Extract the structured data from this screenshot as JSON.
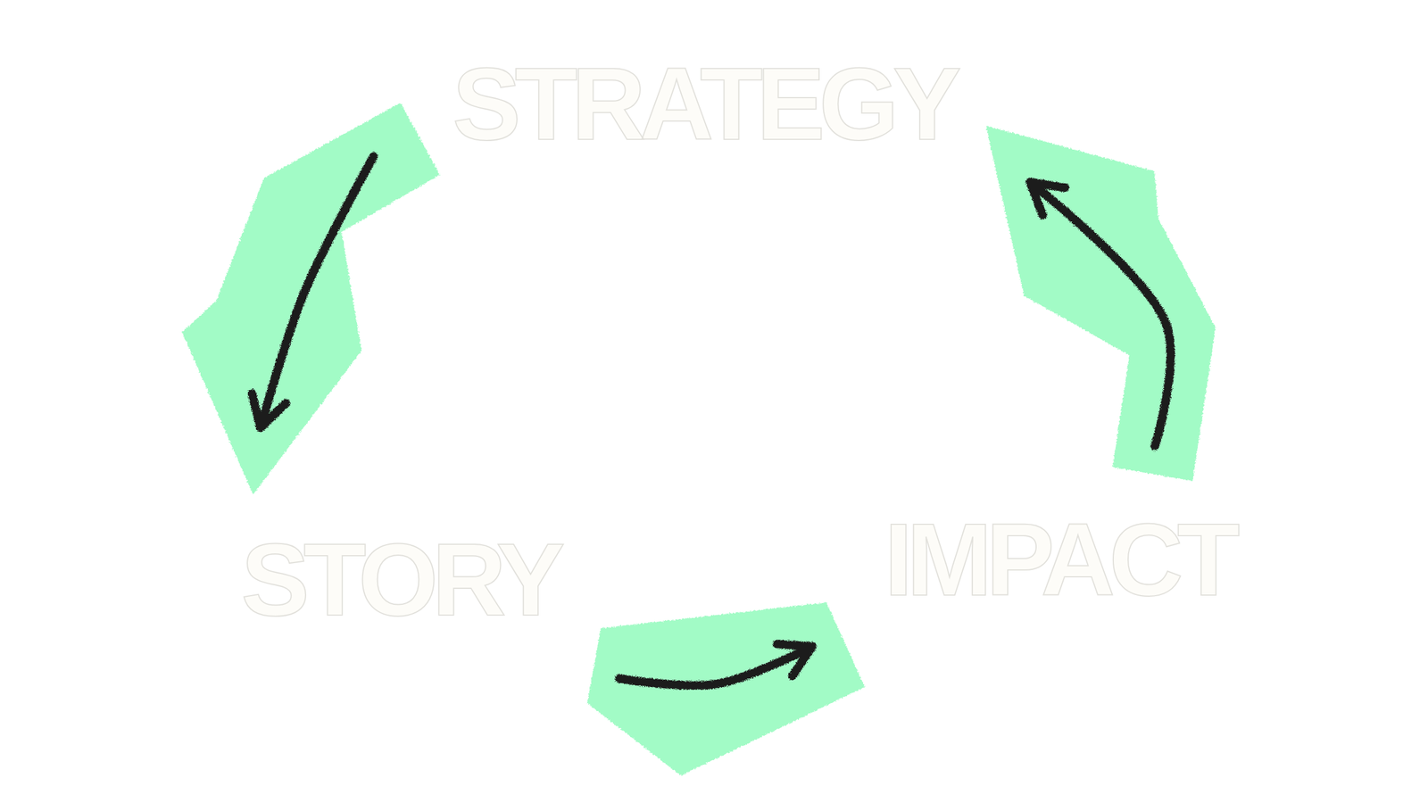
{
  "diagram": {
    "nodes": [
      {
        "text": [
          "STRATEGY"
        ]
      },
      {
        "text": [
          "STORY"
        ]
      },
      {
        "text": [
          "IMPACT"
        ]
      }
    ],
    "edges": [
      {
        "from": 0,
        "to": 1,
        "arrow": "to"
      },
      {
        "from": 1,
        "to": 2,
        "arrow": "to"
      },
      {
        "from": 2,
        "to": 0,
        "arrow": "to"
      }
    ]
  }
}
